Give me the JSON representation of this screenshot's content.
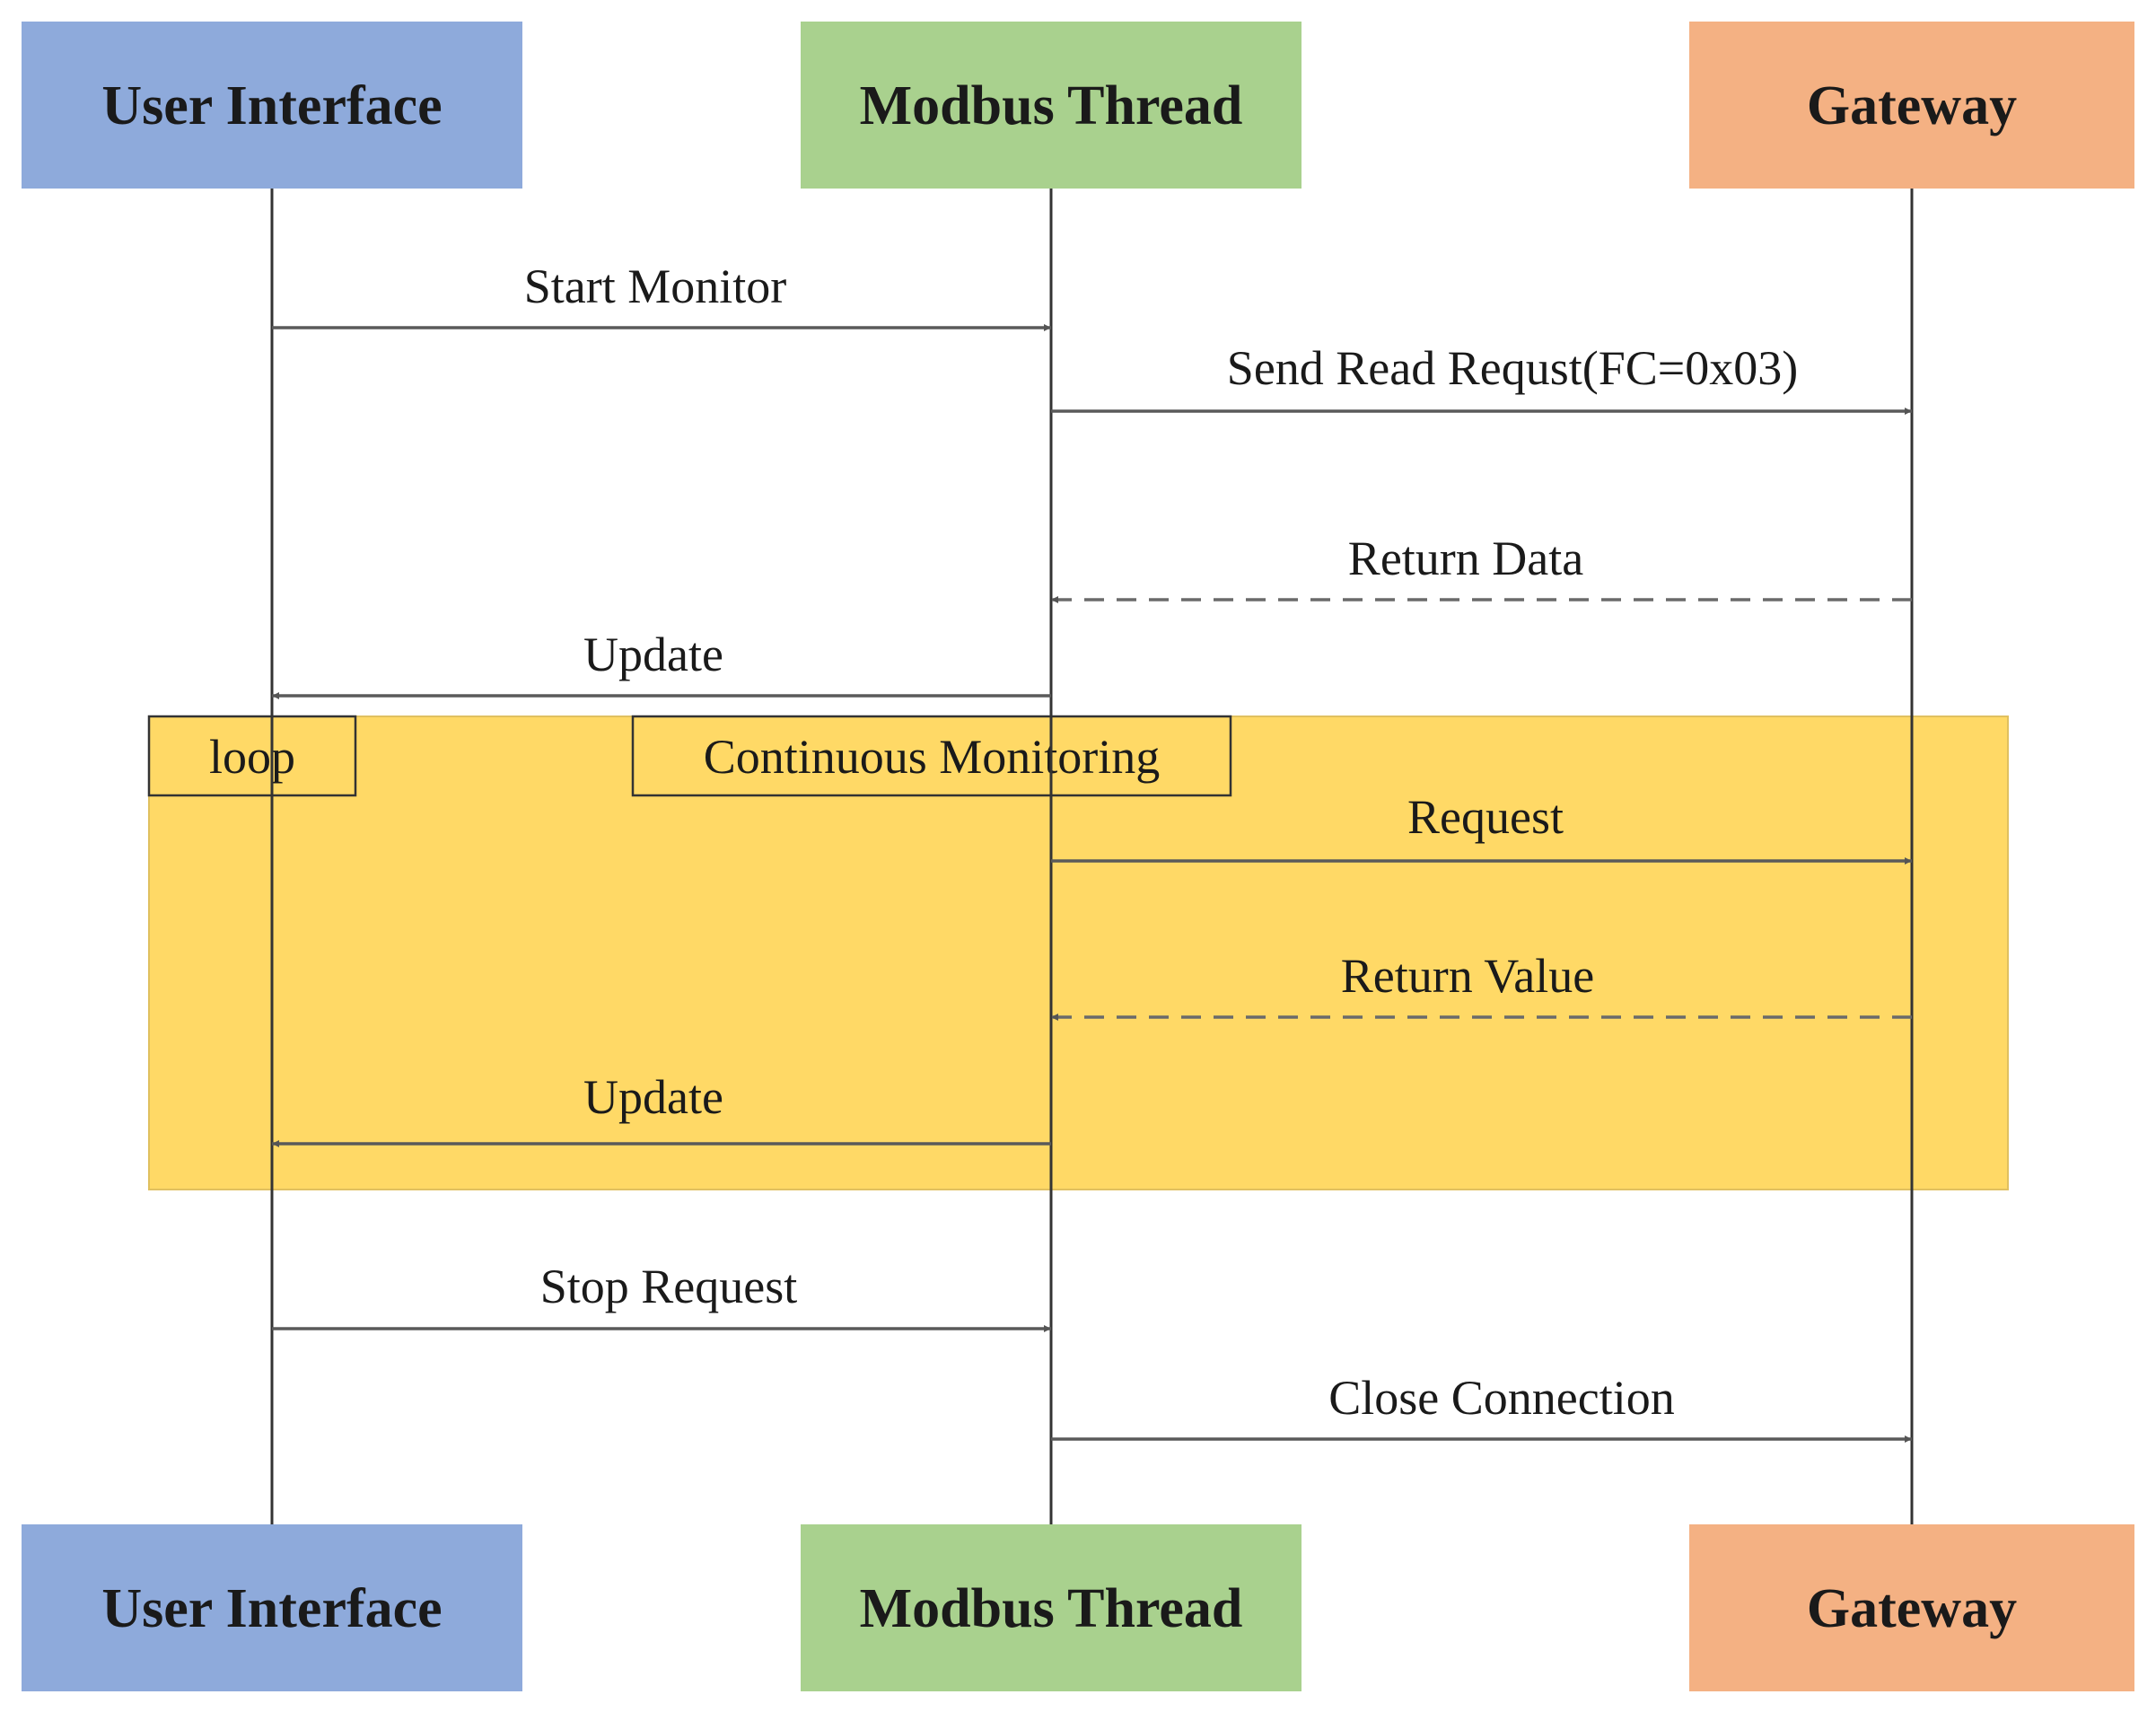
{
  "colors": {
    "user_interface": "#8eaadb",
    "modbus_thread": "#a9d18e",
    "gateway": "#f4b183",
    "loop_fill": "#ffd966",
    "loop_border": "#333333"
  },
  "actors": {
    "user_interface": "User Interface",
    "modbus_thread": "Modbus Thread",
    "gateway": "Gateway"
  },
  "messages": [
    {
      "label": "Start Monitor",
      "from": "user_interface",
      "to": "modbus_thread",
      "style": "solid"
    },
    {
      "label": "Send Read Requst(FC=0x03)",
      "from": "modbus_thread",
      "to": "gateway",
      "style": "solid"
    },
    {
      "label": "Return Data",
      "from": "gateway",
      "to": "modbus_thread",
      "style": "dashed"
    },
    {
      "label": "Update",
      "from": "modbus_thread",
      "to": "user_interface",
      "style": "solid"
    },
    {
      "label": "Request",
      "from": "modbus_thread",
      "to": "gateway",
      "style": "solid"
    },
    {
      "label": "Return Value",
      "from": "gateway",
      "to": "modbus_thread",
      "style": "dashed"
    },
    {
      "label": "Update",
      "from": "modbus_thread",
      "to": "user_interface",
      "style": "solid"
    },
    {
      "label": "Stop Request",
      "from": "user_interface",
      "to": "modbus_thread",
      "style": "solid"
    },
    {
      "label": "Close Connection",
      "from": "modbus_thread",
      "to": "gateway",
      "style": "solid"
    }
  ],
  "loop": {
    "keyword": "loop",
    "condition": "Continuous Monitoring"
  }
}
